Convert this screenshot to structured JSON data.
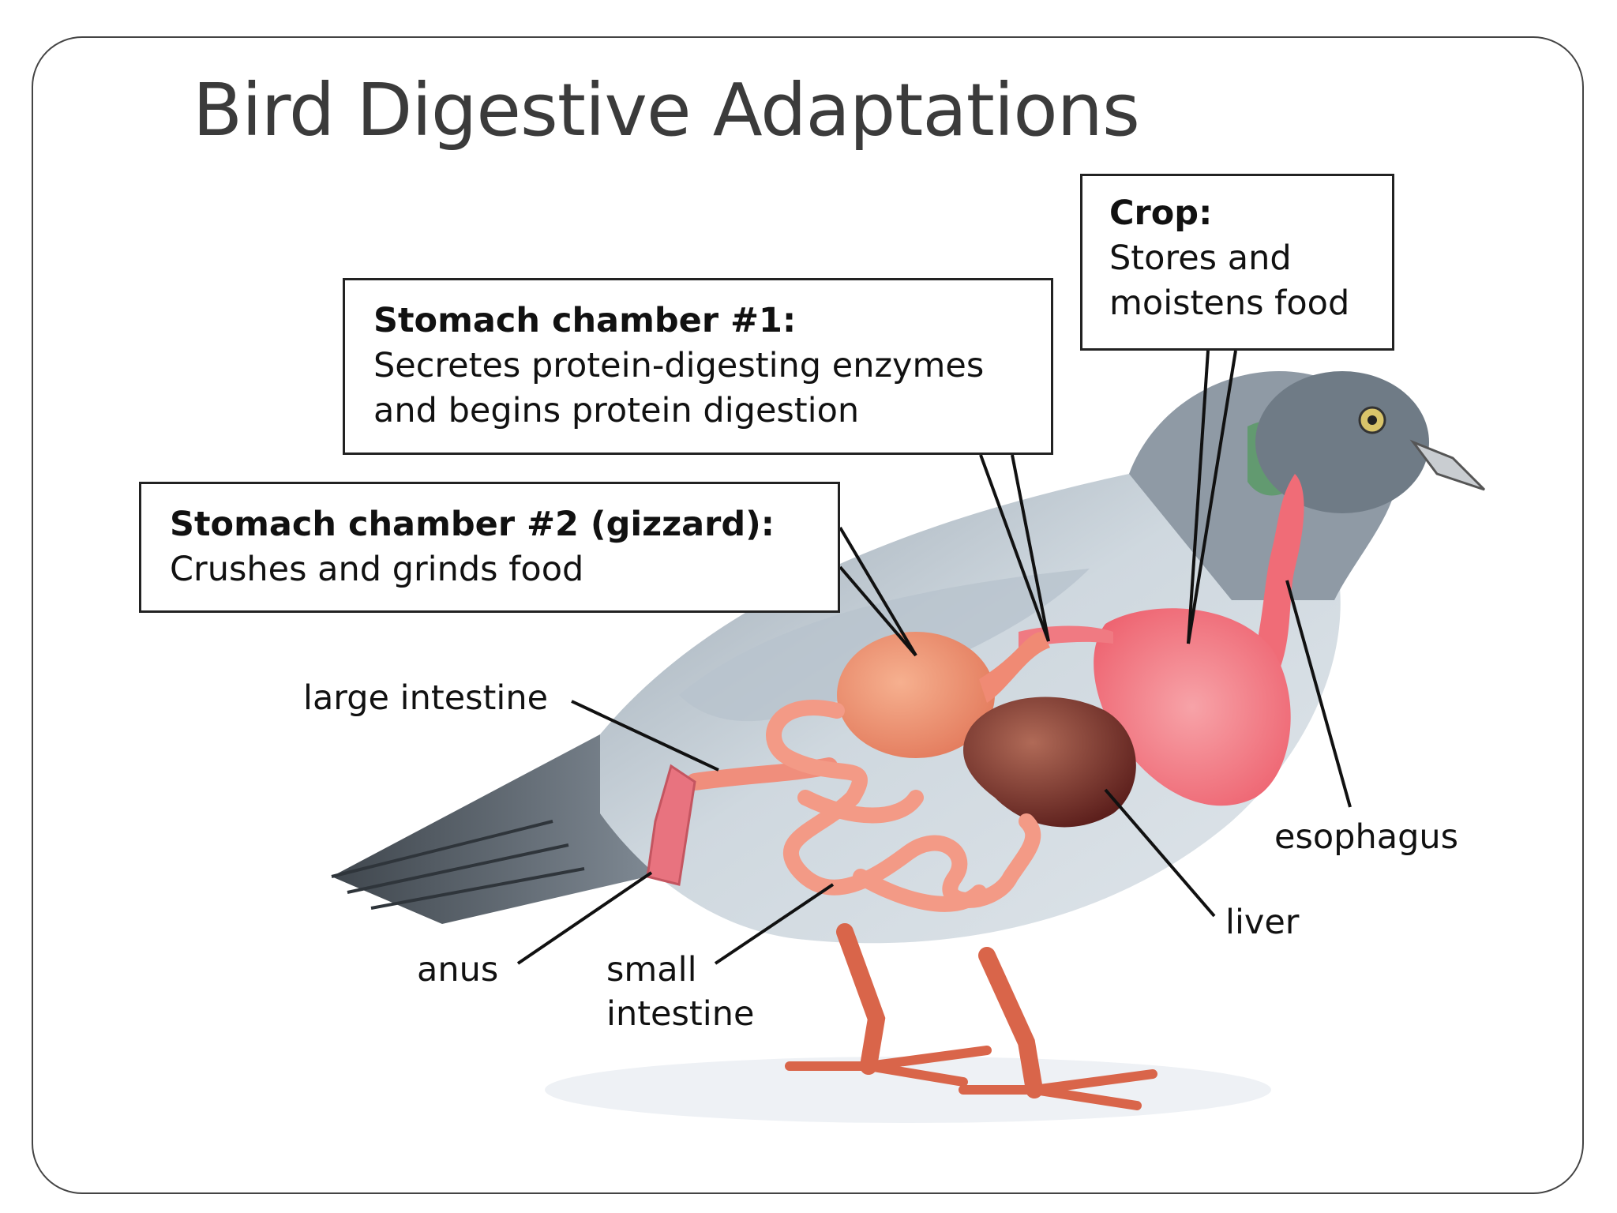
{
  "title": "Bird Digestive Adaptations",
  "callouts": {
    "crop": {
      "heading": "Crop:",
      "lines": [
        "Stores and",
        "moistens food"
      ]
    },
    "stomach1": {
      "heading": "Stomach chamber #1:",
      "lines": [
        "Secretes protein-digesting enzymes",
        "and begins protein digestion"
      ]
    },
    "stomach2": {
      "heading": "Stomach chamber #2 (gizzard):",
      "lines": [
        "Crushes and grinds food"
      ]
    }
  },
  "labels": {
    "large_intestine": "large intestine",
    "esophagus": "esophagus",
    "liver": "liver",
    "anus": "anus",
    "small_intestine": [
      "small",
      "intestine"
    ]
  },
  "colors": {
    "plumage_light": "#c9d3dc",
    "plumage_dark": "#5d6670",
    "head": "#7b8792",
    "neck_green": "#4f9a5a",
    "organ_pink": "#f2747e",
    "organ_orange": "#ee8c6e",
    "intestine": "#f39a86",
    "liver": "#7a2f2a",
    "legs": "#d9654a",
    "leader_line": "#111111",
    "frame": "#444444"
  }
}
